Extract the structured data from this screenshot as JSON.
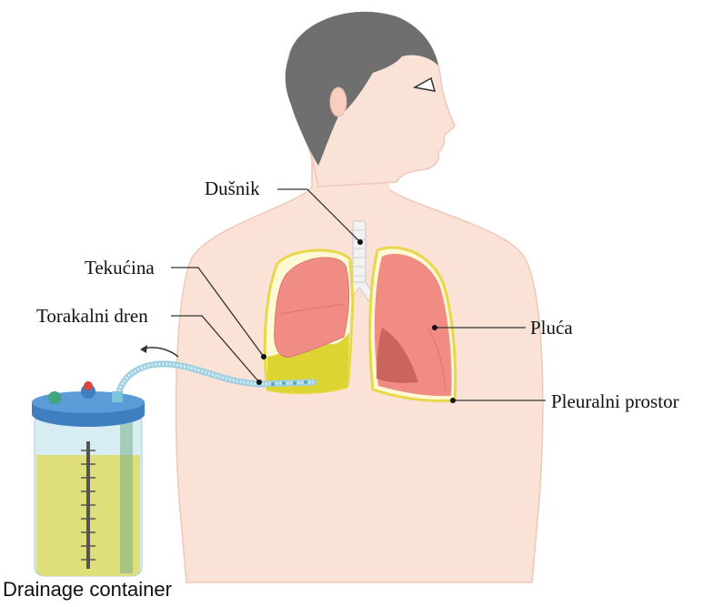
{
  "labels": {
    "trachea": "Dušnik",
    "fluid": "Tekućina",
    "chest_tube": "Torakalni dren",
    "lungs": "Pluća",
    "pleural_space": "Pleuralni prostor",
    "container": "Drainage container"
  },
  "colors": {
    "skin": "#fbe2d6",
    "skin_outline": "#eec8b8",
    "hair": "#6f6f6f",
    "lung": "#f08c84",
    "lung_shadow": "#d9786f",
    "pleura_outline": "#e6d84a",
    "fluid": "#dcd430",
    "trachea": "#f2f2f2",
    "container_body": "#d8edf2",
    "container_lid": "#3f7fc0",
    "container_fluid": "#dede7a",
    "tube": "#a9d8e8"
  },
  "icons": [
    "head-icon",
    "eye-icon",
    "lung-icon",
    "drainage-container-icon",
    "chest-tube-icon",
    "flow-arrow-icon"
  ]
}
